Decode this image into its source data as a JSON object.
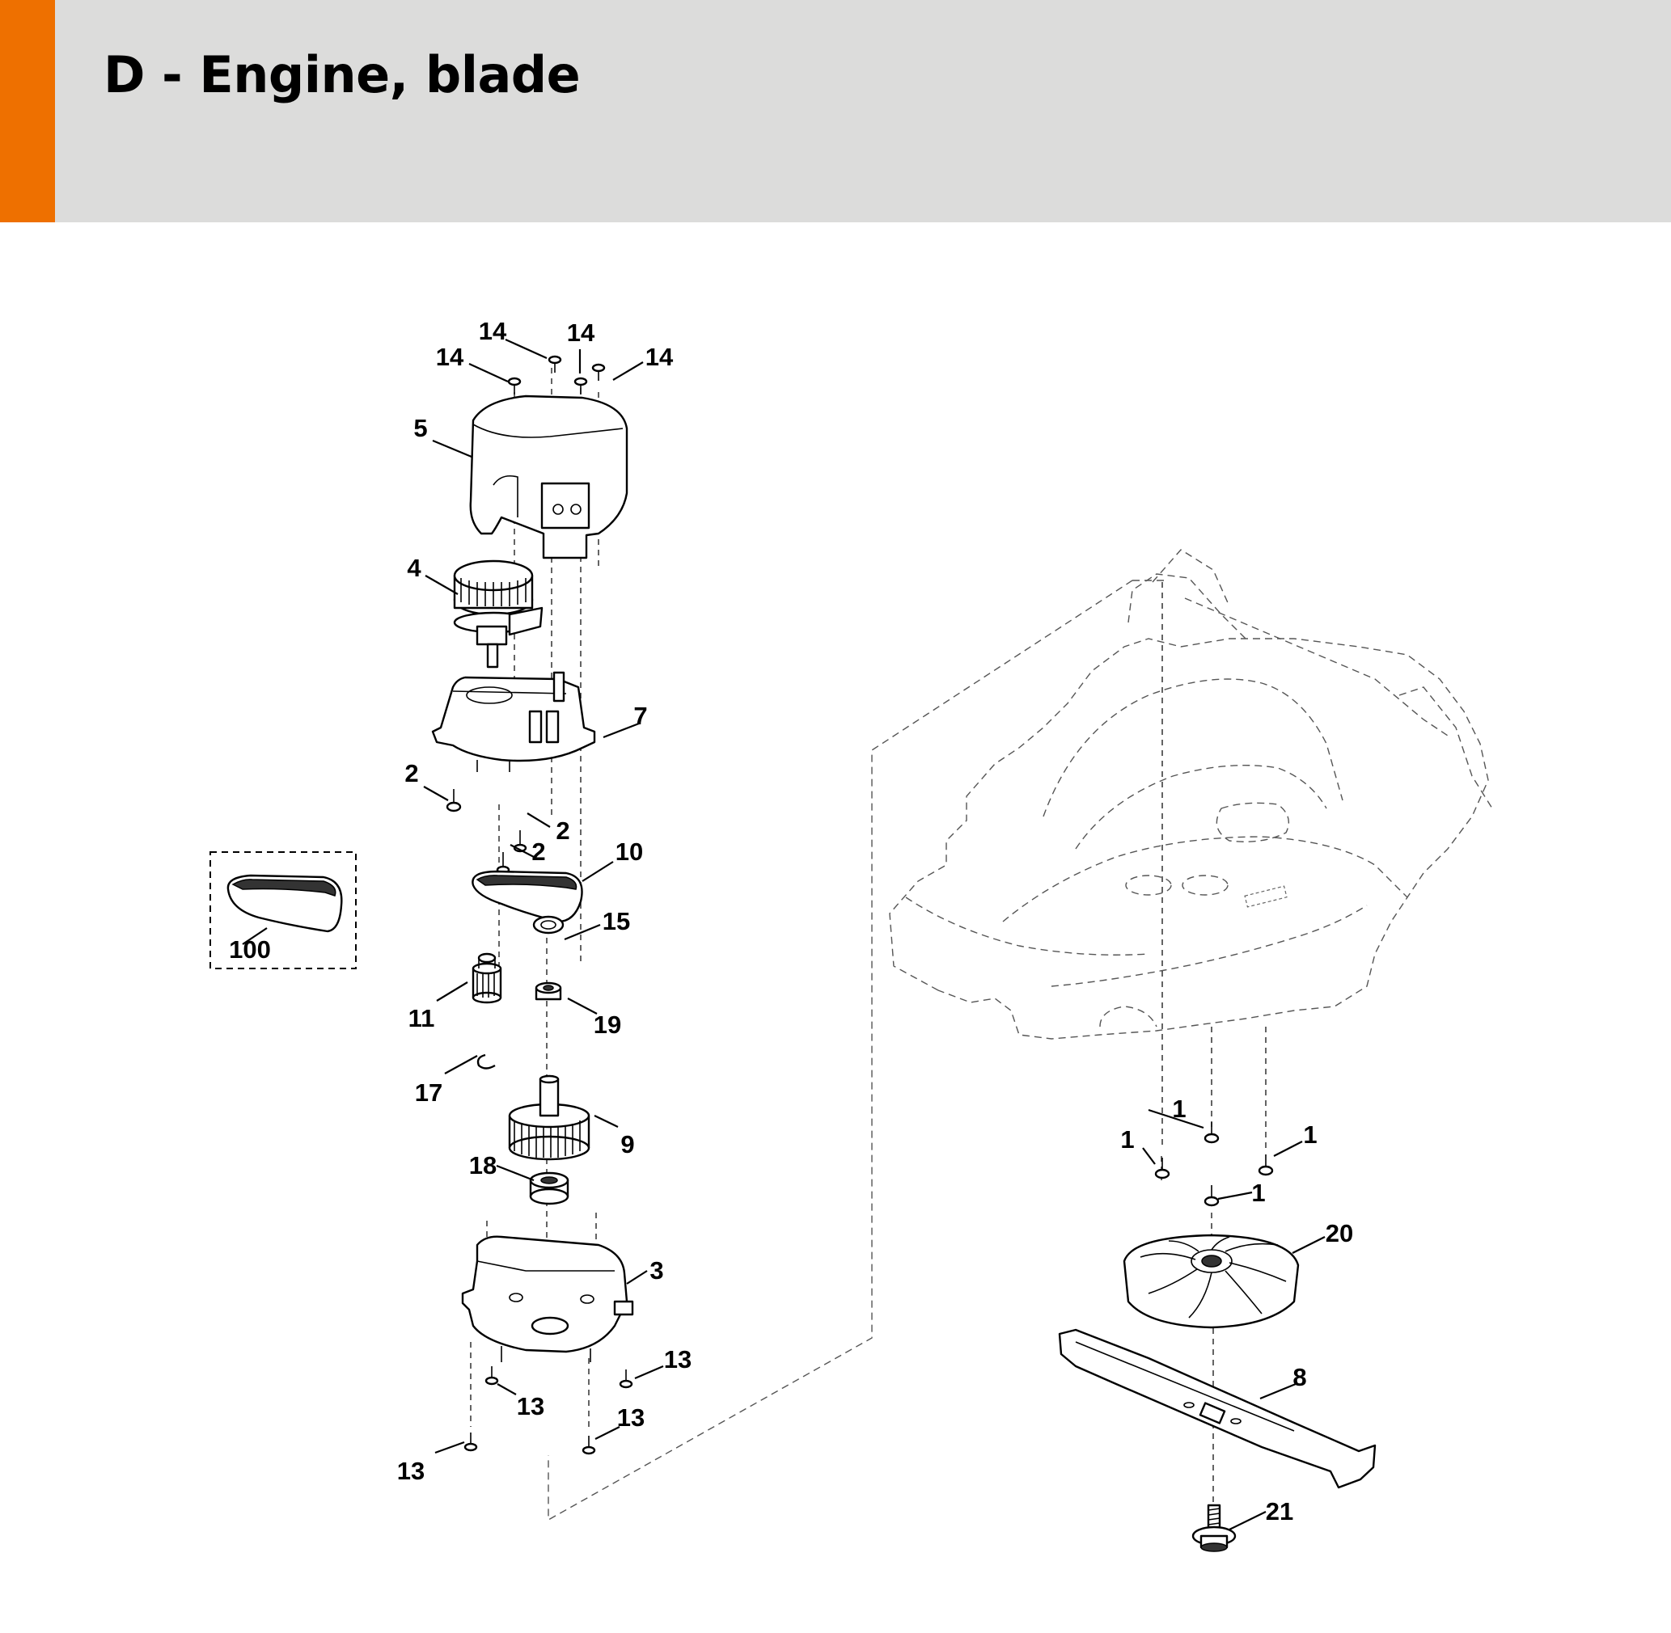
{
  "header": {
    "title": "D - Engine, blade",
    "accent_color": "#ee7000",
    "background_color": "#dcdcdb"
  },
  "diagram": {
    "callouts": [
      {
        "id": "c14a",
        "label": "14"
      },
      {
        "id": "c14b",
        "label": "14"
      },
      {
        "id": "c14c",
        "label": "14"
      },
      {
        "id": "c14d",
        "label": "14"
      },
      {
        "id": "c5",
        "label": "5"
      },
      {
        "id": "c4",
        "label": "4"
      },
      {
        "id": "c7",
        "label": "7"
      },
      {
        "id": "c2a",
        "label": "2"
      },
      {
        "id": "c2b",
        "label": "2"
      },
      {
        "id": "c2c",
        "label": "2"
      },
      {
        "id": "c10",
        "label": "10"
      },
      {
        "id": "c100",
        "label": "100"
      },
      {
        "id": "c15",
        "label": "15"
      },
      {
        "id": "c11",
        "label": "11"
      },
      {
        "id": "c19",
        "label": "19"
      },
      {
        "id": "c17",
        "label": "17"
      },
      {
        "id": "c9",
        "label": "9"
      },
      {
        "id": "c18",
        "label": "18"
      },
      {
        "id": "c3",
        "label": "3"
      },
      {
        "id": "c13a",
        "label": "13"
      },
      {
        "id": "c13b",
        "label": "13"
      },
      {
        "id": "c13c",
        "label": "13"
      },
      {
        "id": "c13d",
        "label": "13"
      },
      {
        "id": "c1a",
        "label": "1"
      },
      {
        "id": "c1b",
        "label": "1"
      },
      {
        "id": "c1c",
        "label": "1"
      },
      {
        "id": "c1d",
        "label": "1"
      },
      {
        "id": "c20",
        "label": "20"
      },
      {
        "id": "c8",
        "label": "8"
      },
      {
        "id": "c21",
        "label": "21"
      }
    ]
  }
}
